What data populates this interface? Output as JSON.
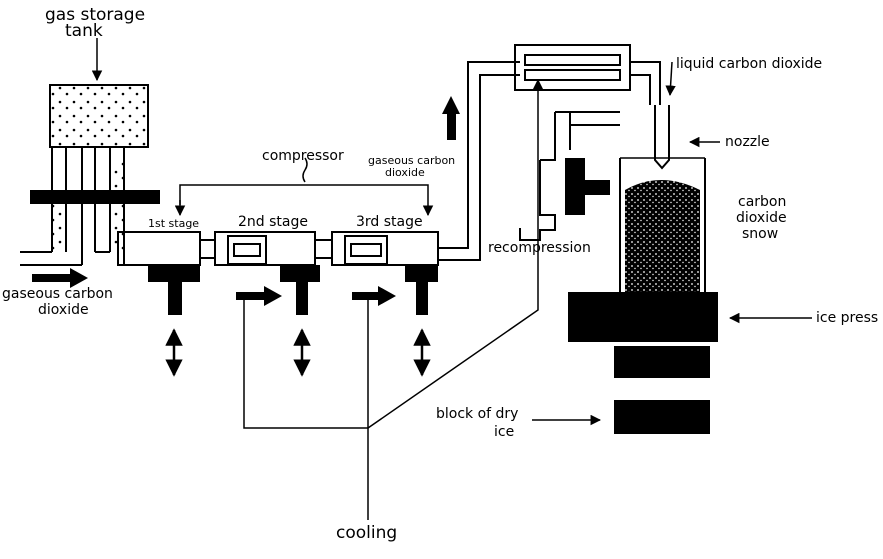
{
  "diagram": {
    "labels": {
      "gas_storage_tank": [
        "gas storage",
        "tank"
      ],
      "gaseous_co2_in": [
        "gaseous carbon",
        "dioxide"
      ],
      "compressor": "compressor",
      "gaseous_co2_return": [
        "gaseous carbon",
        "dioxide"
      ],
      "stage_1": "1st stage",
      "stage_2": "2nd stage",
      "stage_3": "3rd stage",
      "recompression": "recompression",
      "liquid_co2": "liquid carbon dioxide",
      "nozzle": "nozzle",
      "co2_snow": [
        "carbon",
        "dioxide",
        "snow"
      ],
      "ice_press": "ice press",
      "dry_ice_block": [
        "block of dry",
        "ice"
      ],
      "cooling": "cooling"
    }
  }
}
